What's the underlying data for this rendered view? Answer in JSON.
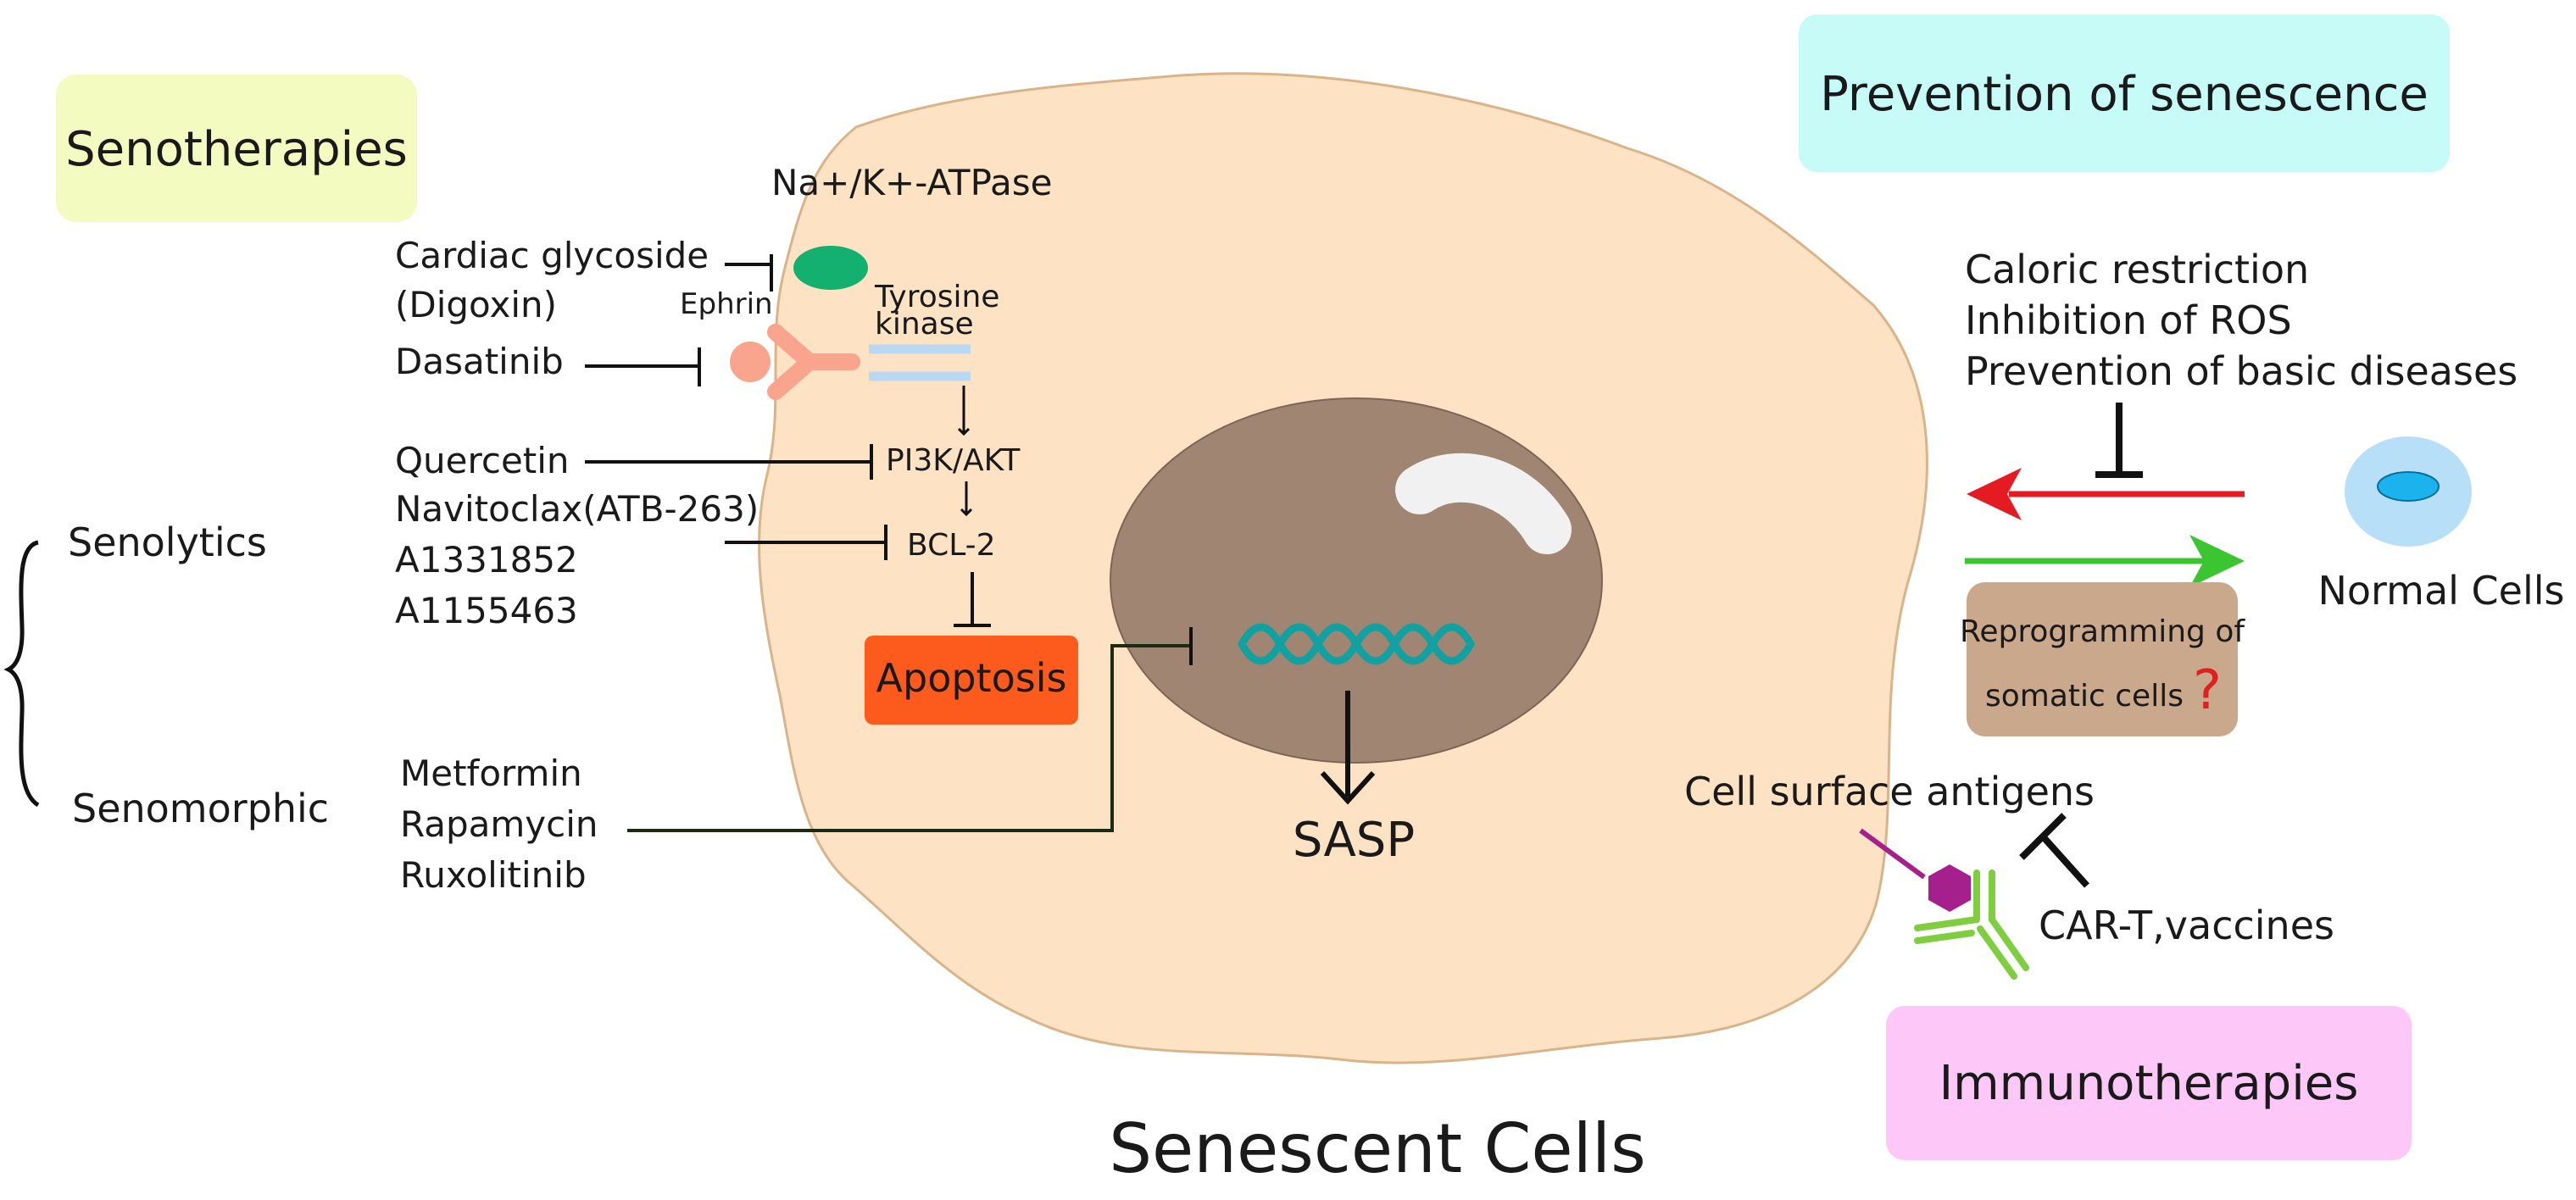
{
  "colors": {
    "cell_fill": "#fde3c3",
    "cell_stroke": "#d9b48a",
    "nucleus_fill": "#a08572",
    "senotherapies_box": "#f3fbc0",
    "prevention_box": "#c6fbf7",
    "immunotherapies_box": "#fdc8f7",
    "reprogramming_box": "#c9a88b",
    "apoptosis_box": "#fd5a1d",
    "atpase_green": "#13b06f",
    "ephrin_pink": "#f9a48d",
    "tyrosine_blue": "#b9d8f3",
    "dna_teal": "#12a0a0",
    "arrow_red": "#e51b23",
    "arrow_green": "#3bc531",
    "antigen_purple": "#a5208c",
    "antibody_green": "#7fce3f",
    "normal_cell_outer": "#b8dff8",
    "normal_cell_inner": "#1ab3ee",
    "question_red": "#e02020"
  },
  "labels": {
    "senotherapies": "Senotherapies",
    "prevention": "Prevention of senescence",
    "immunotherapies": "Immunotherapies",
    "senescent_cells": "Senescent Cells",
    "na_k_atpase": "Na+/K+-ATPase",
    "cardiac_glycoside": "Cardiac glycoside",
    "digoxin": "(Digoxin)",
    "ephrin": "Ephrin",
    "tyrosine": "Tyrosine",
    "kinase": "kinase",
    "dasatinib": "Dasatinib",
    "quercetin": "Quercetin",
    "pi3k_akt": "PI3K/AKT",
    "navitoclax": "Navitoclax(ATB-263)",
    "bcl2": "BCL-2",
    "a1331852": "A1331852",
    "a1155463": "A1155463",
    "senolytics": "Senolytics",
    "apoptosis": "Apoptosis",
    "senomorphic": "Senomorphic",
    "metformin": "Metformin",
    "rapamycin": "Rapamycin",
    "ruxolitinib": "Ruxolitinib",
    "sasp": "SASP",
    "caloric_restriction": "Caloric restriction",
    "inhibition_ros": "Inhibition of ROS",
    "prevention_basic": "Prevention of basic diseases",
    "normal_cells": "Normal Cells",
    "reprogramming_line1": "Reprogramming of",
    "reprogramming_line2": "somatic cells",
    "question_mark": "?",
    "cell_surface_antigens": "Cell surface antigens",
    "car_t_vaccines": "CAR-T,vaccines"
  }
}
